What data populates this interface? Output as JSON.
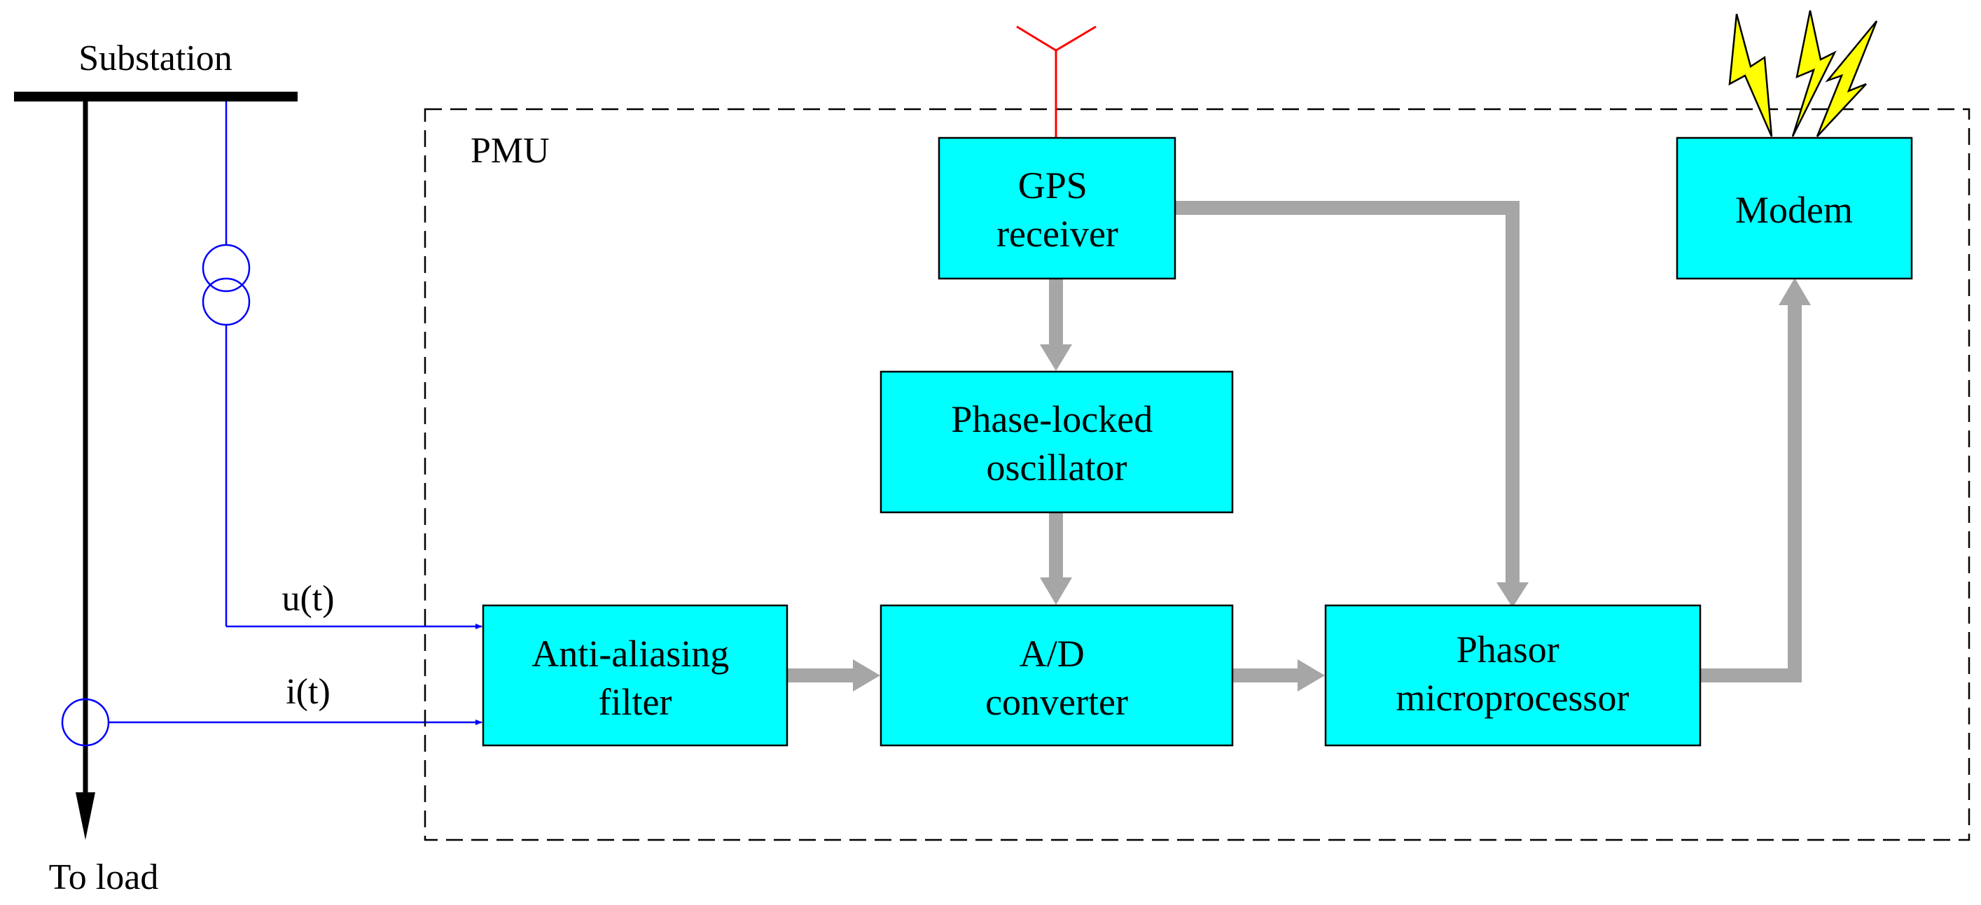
{
  "labels": {
    "substation": "Substation",
    "to_load": "To load",
    "pmu": "PMU",
    "voltage_signal": "u(t)",
    "current_signal": "i(t)"
  },
  "blocks": {
    "gps": [
      "GPS",
      "receiver"
    ],
    "modem": [
      "Modem"
    ],
    "oscillator": [
      "Phase-locked",
      "oscillator"
    ],
    "filter": [
      "Anti-aliasing",
      "filter"
    ],
    "adc": [
      "A/D",
      "converter"
    ],
    "phasor": [
      "Phasor",
      "microprocessor"
    ]
  },
  "colors": {
    "block_fill": "#00ffff",
    "flow_arrow": "#a6a6a6",
    "signal_wire": "#0000ff",
    "antenna": "#ff0000",
    "lightning": "#ffff00",
    "bus": "#000000"
  },
  "icons": {
    "antenna": "antenna-icon",
    "wireless": "lightning-icon",
    "voltage_transformer": "voltage-transformer-icon",
    "current_transformer": "current-transformer-icon"
  }
}
